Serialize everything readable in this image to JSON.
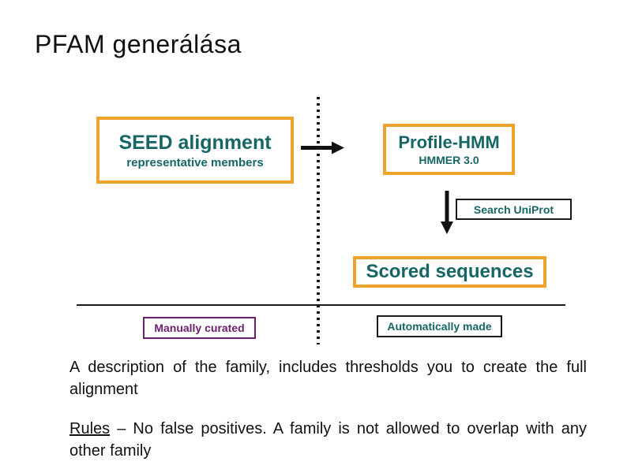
{
  "title": "PFAM generálása",
  "colors": {
    "accent_orange": "#efa32c",
    "teal_text": "#176666",
    "purple": "#6c1f6c",
    "line_black": "#1a1a1a",
    "background": "#ffffff"
  },
  "diagram": {
    "seed_box": {
      "title": "SEED alignment",
      "subtitle": "representative members"
    },
    "profile_box": {
      "title": "Profile-HMM",
      "subtitle": "HMMER 3.0"
    },
    "search_box": {
      "label": "Search UniProt"
    },
    "scored_box": {
      "label": "Scored sequences"
    },
    "manual_box": {
      "label": "Manually curated"
    },
    "auto_box": {
      "label": "Automatically made"
    }
  },
  "paragraphs": {
    "description": "A description of the family, includes thresholds you to create the full alignment",
    "rules_label": "Rules",
    "rules_text": " – No false positives. A family is not allowed to overlap with any other family"
  }
}
